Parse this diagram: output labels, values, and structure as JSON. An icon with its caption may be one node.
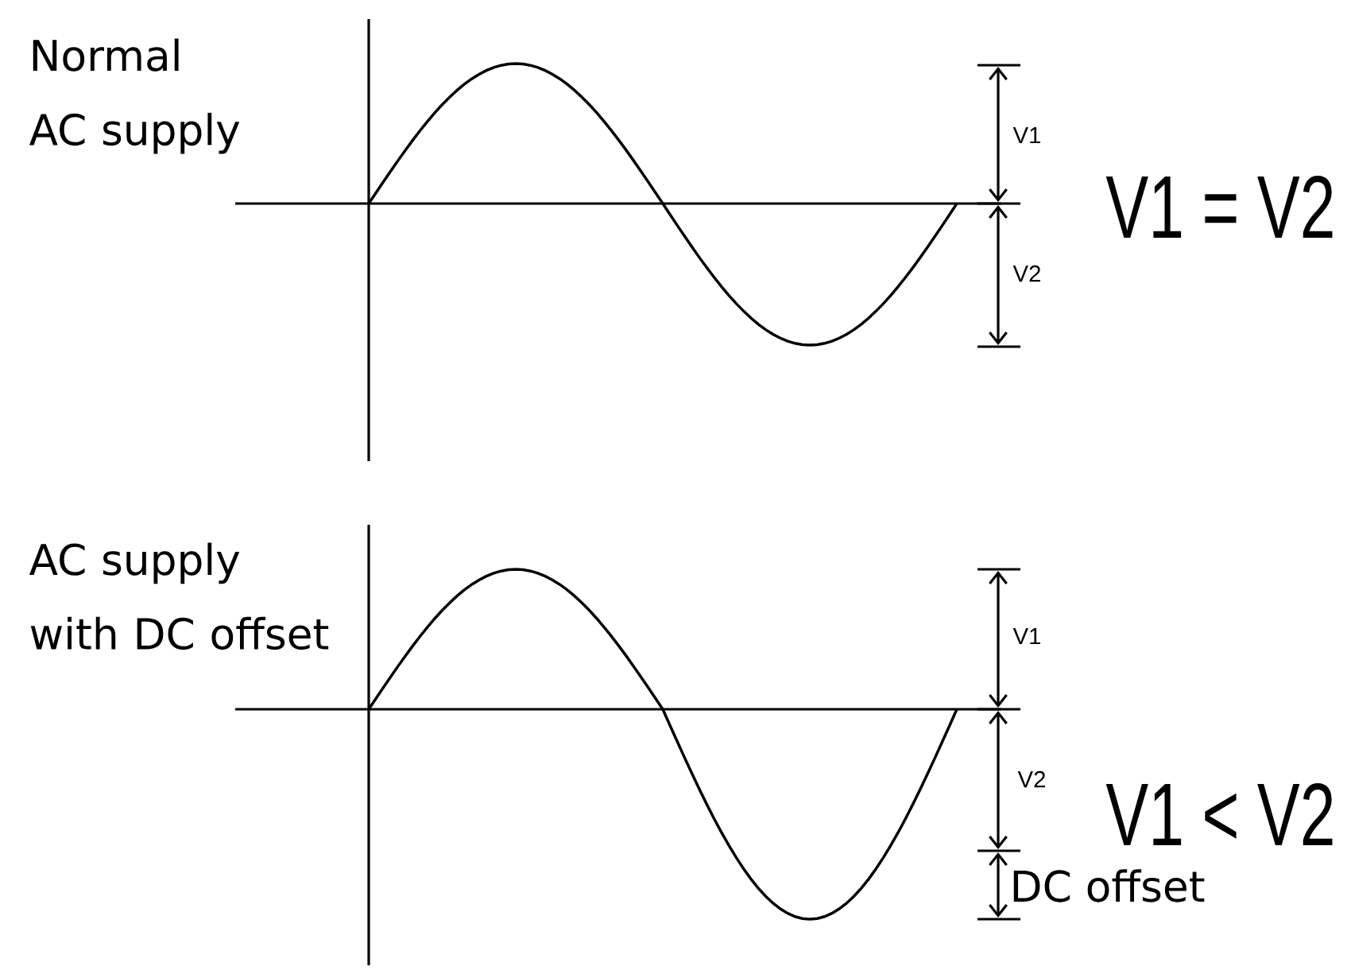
{
  "diagram": {
    "labels": [
      "Normal AC supply",
      "V1",
      "V2",
      "V1 = V2",
      "AC supply with DC offset",
      "V1",
      "V2",
      "V1 < V2",
      "DC offset"
    ]
  }
}
